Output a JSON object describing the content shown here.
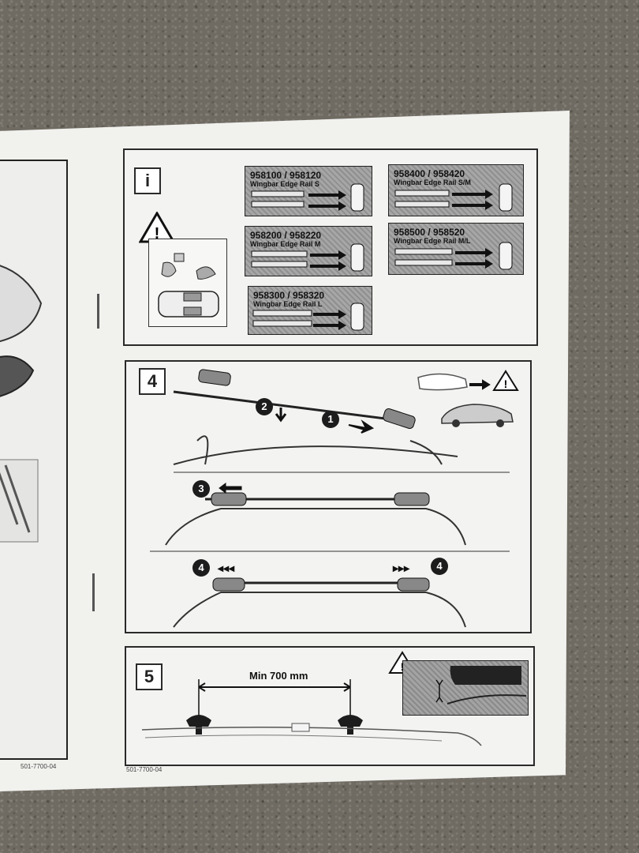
{
  "page": {
    "surface_color": "#6f6b62",
    "paper_color": "#f1f1ee",
    "footer_left": "501-7700-04",
    "footer_right": "501-7700-04"
  },
  "info_section": {
    "label": "i",
    "warning_icon": "warning-triangle-icon",
    "models": [
      {
        "numbers": "958100 / 958120",
        "name": "Wingbar Edge Rail S"
      },
      {
        "numbers": "958200 / 958220",
        "name": "Wingbar Edge Rail M"
      },
      {
        "numbers": "958300 / 958320",
        "name": "Wingbar Edge Rail L"
      },
      {
        "numbers": "958400 / 958420",
        "name": "Wingbar Edge Rail S/M"
      },
      {
        "numbers": "958500 / 958520",
        "name": "Wingbar Edge Rail M/L"
      }
    ]
  },
  "step4": {
    "label": "4",
    "callouts": [
      "1",
      "2",
      "3",
      "4",
      "4"
    ]
  },
  "step5": {
    "label": "5",
    "dimension": "Min 700 mm"
  }
}
